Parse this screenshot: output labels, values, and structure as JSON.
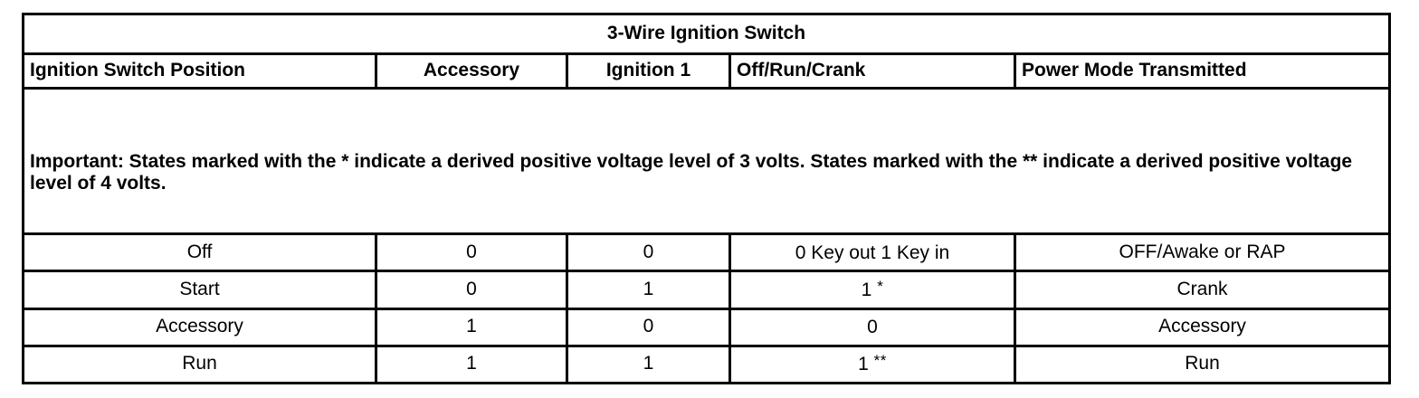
{
  "table": {
    "title": "3-Wire Ignition Switch",
    "columns": [
      {
        "label": "Ignition Switch Position",
        "align": "left"
      },
      {
        "label": "Accessory",
        "align": "center"
      },
      {
        "label": "Ignition 1",
        "align": "center"
      },
      {
        "label": "Off/Run/Crank",
        "align": "left"
      },
      {
        "label": "Power Mode Transmitted",
        "align": "left"
      }
    ],
    "note": "Important: States marked with the * indicate a derived positive voltage level of 3 volts. States marked with the ** indicate a derived positive voltage level of 4 volts.",
    "rows": [
      {
        "position": "Off",
        "accessory": "0",
        "ignition1": "0",
        "off_run_crank": "0 Key out 1 Key in",
        "off_run_crank_marker": "",
        "power_mode": "OFF/Awake or RAP"
      },
      {
        "position": "Start",
        "accessory": "0",
        "ignition1": "1",
        "off_run_crank": "1",
        "off_run_crank_marker": "*",
        "power_mode": "Crank"
      },
      {
        "position": "Accessory",
        "accessory": "1",
        "ignition1": "0",
        "off_run_crank": "0",
        "off_run_crank_marker": "",
        "power_mode": "Accessory"
      },
      {
        "position": "Run",
        "accessory": "1",
        "ignition1": "1",
        "off_run_crank": "1",
        "off_run_crank_marker": "**",
        "power_mode": "Run"
      }
    ]
  },
  "colors": {
    "border": "#000000",
    "text": "#000000",
    "background": "#ffffff"
  }
}
